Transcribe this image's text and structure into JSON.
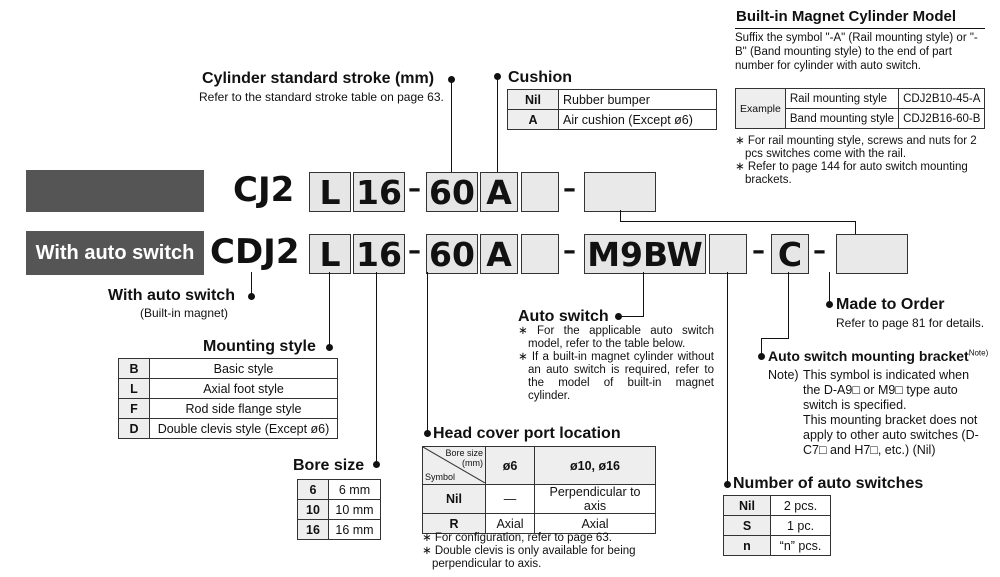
{
  "builtin": {
    "title": "Built-in Magnet Cylinder Model",
    "desc": "Suffix the symbol \"-A\" (Rail mounting style) or \"-B\" (Band mounting style) to the end of part number for cylinder with auto switch.",
    "example_label": "Example",
    "rows": [
      {
        "style": "Rail mounting style",
        "model": "CDJ2B10-45-A"
      },
      {
        "style": "Band mounting style",
        "model": "CDJ2B16-60-B"
      }
    ],
    "notes": [
      "∗ For rail mounting style, screws and nuts for 2 pcs switches come with the rail.",
      "∗ Refer to page 144 for auto switch mounting brackets."
    ]
  },
  "stroke": {
    "title": "Cylinder standard stroke (mm)",
    "sub": "Refer to the standard stroke table on page 63."
  },
  "cushion": {
    "title": "Cushion",
    "rows": [
      {
        "sym": "Nil",
        "desc": "Rubber bumper"
      },
      {
        "sym": "A",
        "desc": "Air cushion (Except ø6)"
      }
    ]
  },
  "code1": {
    "prefix": "CJ2",
    "mount": "L",
    "bore": "16",
    "stroke": "60",
    "cushion": "A",
    "dash": "–"
  },
  "code2": {
    "prefix": "CDJ2",
    "mount": "L",
    "bore": "16",
    "stroke": "60",
    "cushion": "A",
    "switch": "M9BW",
    "bracket": "C",
    "dash": "–"
  },
  "banner2": "With auto switch",
  "with_auto": {
    "title": "With auto switch",
    "sub": "(Built-in magnet)"
  },
  "mounting": {
    "title": "Mounting style",
    "rows": [
      {
        "sym": "B",
        "desc": "Basic style"
      },
      {
        "sym": "L",
        "desc": "Axial foot style"
      },
      {
        "sym": "F",
        "desc": "Rod side flange style"
      },
      {
        "sym": "D",
        "desc": "Double clevis style (Except ø6)"
      }
    ]
  },
  "bore": {
    "title": "Bore size",
    "rows": [
      {
        "sym": "6",
        "desc": "6 mm"
      },
      {
        "sym": "10",
        "desc": "10 mm"
      },
      {
        "sym": "16",
        "desc": "16 mm"
      }
    ]
  },
  "autoswitch": {
    "title": "Auto switch",
    "notes": [
      "∗ For the applicable auto switch model, refer to the table below.",
      "∗ If a built-in magnet cylinder without an auto switch is required, refer to the model of built-in magnet cylinder."
    ]
  },
  "headcover": {
    "title": "Head cover port location",
    "corner_top": "Bore size (mm)",
    "corner_bottom": "Symbol",
    "col1": "ø6",
    "col2": "ø10, ø16",
    "rows": [
      {
        "sym": "Nil",
        "c1": "—",
        "c2": "Perpendicular to axis"
      },
      {
        "sym": "R",
        "c1": "Axial",
        "c2": "Axial"
      }
    ],
    "notes": [
      "∗ For configuration, refer to page 63.",
      "∗ Double clevis is only available for being perpendicular to axis."
    ]
  },
  "mto": {
    "title": "Made to Order",
    "sub": "Refer to page 81 for details."
  },
  "bracket": {
    "title": "Auto switch mounting bracket",
    "sup": "Note)",
    "note_label": "Note)",
    "note1": "This symbol is indicated when the D-A9□ or M9□ type auto switch is specified.",
    "note2": "This mounting bracket does not apply to other auto switches (D-C7□ and H7□, etc.) (Nil)"
  },
  "numswitch": {
    "title": "Number of auto switches",
    "rows": [
      {
        "sym": "Nil",
        "desc": "2 pcs."
      },
      {
        "sym": "S",
        "desc": "1 pc."
      },
      {
        "sym": "n",
        "desc": "“n” pcs."
      }
    ]
  }
}
